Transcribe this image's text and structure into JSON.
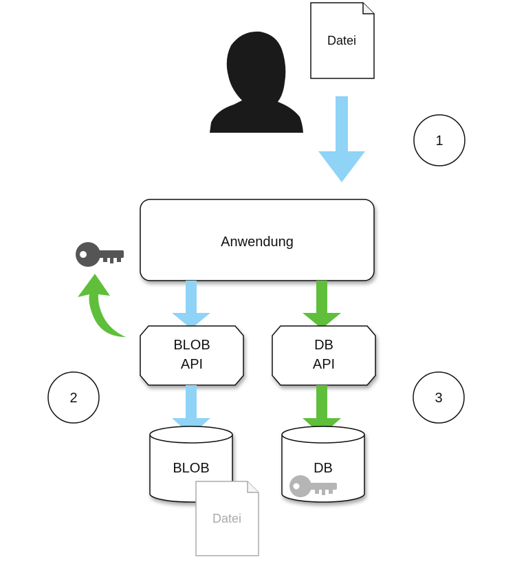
{
  "document_top": {
    "label": "Datei"
  },
  "document_bottom": {
    "label": "Datei"
  },
  "application": {
    "label": "Anwendung"
  },
  "blob_api": {
    "line1": "BLOB",
    "line2": "API"
  },
  "db_api": {
    "line1": "DB",
    "line2": "API"
  },
  "blob_store": {
    "label": "BLOB"
  },
  "db_store": {
    "label": "DB"
  },
  "steps": {
    "one": "1",
    "two": "2",
    "three": "3"
  },
  "colors": {
    "blue_arrow": "#8fd3f7",
    "green_arrow": "#5fbf3a",
    "person": "#1a1a1a",
    "key_dark": "#555555",
    "key_light": "#b5b5b5",
    "ghost_doc": "#aaaaaa"
  },
  "icons": [
    "person-icon",
    "document-icon",
    "key-icon",
    "database-icon"
  ]
}
